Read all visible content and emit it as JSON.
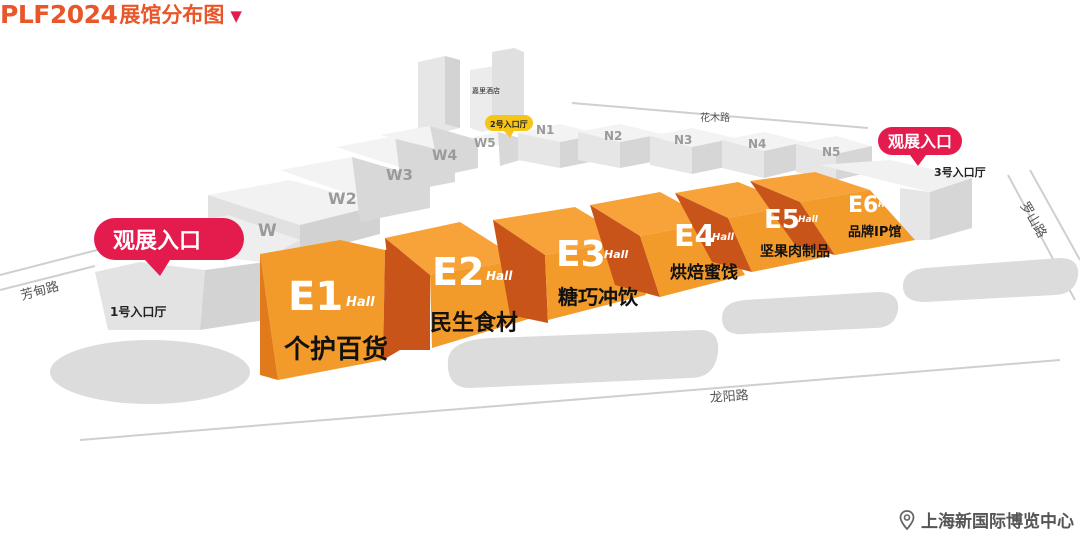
{
  "title": {
    "brand": "PLF2024",
    "text": "展馆分布图",
    "arrow": "▼"
  },
  "colors": {
    "accent": "#e8562a",
    "hall_top": "#f7a33a",
    "hall_side": "#c9541a",
    "hall_front": "#f29a2a",
    "entrance": "#e41c4e",
    "building": "#e9e9e9",
    "lawn": "#dcdcdc",
    "tag": "#f5c518"
  },
  "halls": [
    {
      "code": "E1",
      "sub": "Hall",
      "category": "个护百货"
    },
    {
      "code": "E2",
      "sub": "Hall",
      "category": "民生食材"
    },
    {
      "code": "E3",
      "sub": "Hall",
      "category": "糖巧冲饮"
    },
    {
      "code": "E4",
      "sub": "Hall",
      "category": "烘焙蜜饯"
    },
    {
      "code": "E5",
      "sub": "Hall",
      "category": "坚果肉制品"
    },
    {
      "code": "E6",
      "sub": "Hall",
      "category": "品牌IP馆"
    }
  ],
  "north_halls": [
    "N1",
    "N2",
    "N3",
    "N4",
    "N5"
  ],
  "west_halls": [
    "W",
    "W2",
    "W3",
    "W4",
    "W5"
  ],
  "entrances": [
    {
      "label": "观展入口",
      "lobby": "1号入口厅"
    },
    {
      "label": "观展入口",
      "lobby": "3号入口厅"
    }
  ],
  "lobby2": "2号入口厅",
  "hotel": "嘉里酒店",
  "roads": [
    "芳甸路",
    "花木路",
    "罗山路",
    "龙阳路"
  ],
  "venue": "上海新国际博览中心"
}
